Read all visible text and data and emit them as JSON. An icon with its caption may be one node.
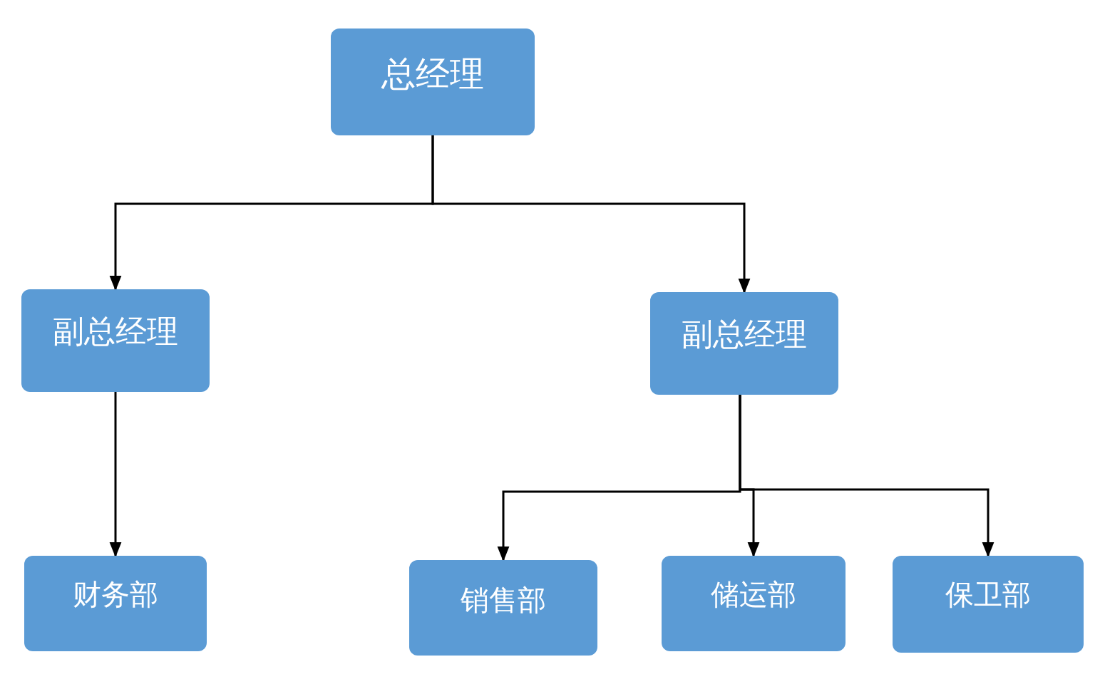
{
  "diagram": {
    "nodes": [
      {
        "text": [
          "总经理"
        ]
      },
      {
        "text": [
          "副总经理"
        ]
      },
      {
        "text": [
          "副总经理"
        ]
      },
      {
        "text": [
          "财务部"
        ]
      },
      {
        "text": [
          "销售部"
        ]
      },
      {
        "text": [
          "储运部"
        ]
      },
      {
        "text": [
          "保卫部"
        ]
      }
    ],
    "edges": [
      {
        "from": 0,
        "to": 1,
        "arrow": "to"
      },
      {
        "from": 0,
        "to": 2,
        "arrow": "to"
      },
      {
        "from": 1,
        "to": 3,
        "arrow": "to"
      },
      {
        "from": 2,
        "to": 4,
        "arrow": "to"
      },
      {
        "from": 2,
        "to": 5,
        "arrow": "to"
      },
      {
        "from": 2,
        "to": 6,
        "arrow": "to"
      }
    ]
  }
}
